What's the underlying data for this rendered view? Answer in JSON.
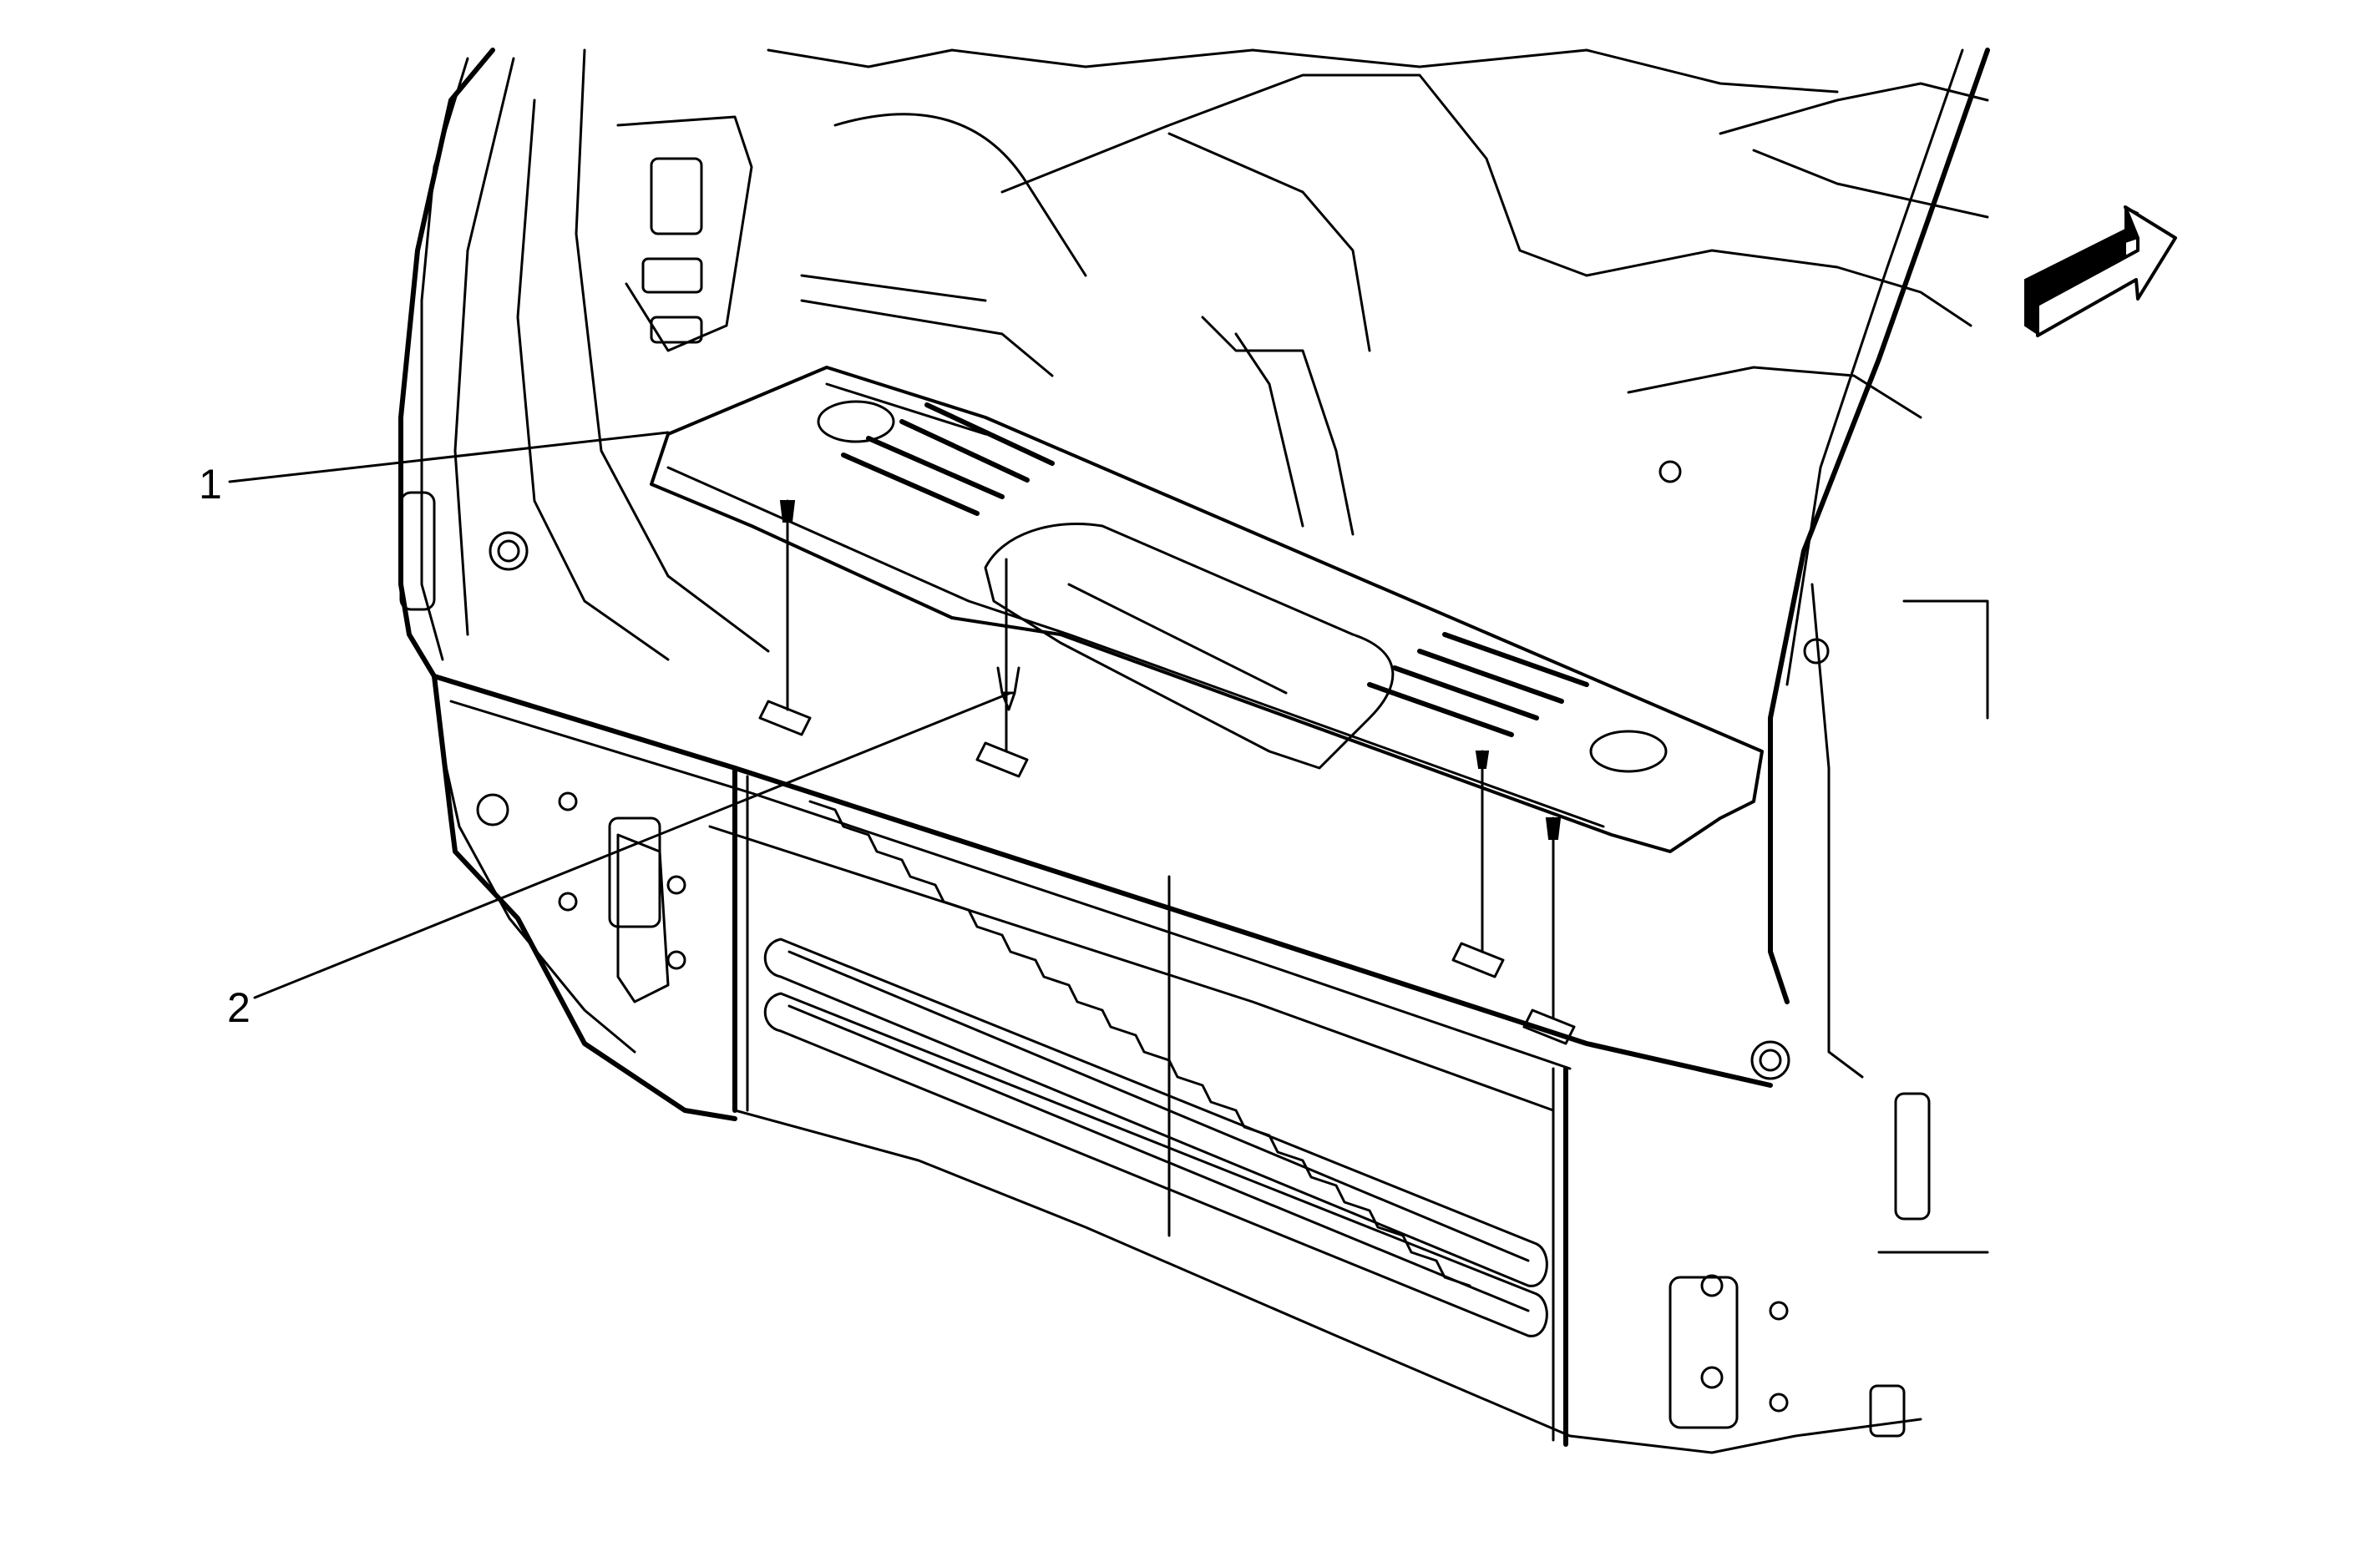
{
  "diagram": {
    "type": "technical-line-illustration",
    "subject": "rear compartment / cargo area panel with trim panel and fasteners",
    "background_color": "#ffffff",
    "line_color": "#000000",
    "callouts": [
      {
        "number": "1",
        "label": "1",
        "points_to": "trim panel (upper rear cargo panel)"
      },
      {
        "number": "2",
        "label": "2",
        "points_to": "retainer clip"
      }
    ],
    "direction_arrow": {
      "icon": "front-direction-arrow-icon",
      "points": "up-right"
    }
  }
}
